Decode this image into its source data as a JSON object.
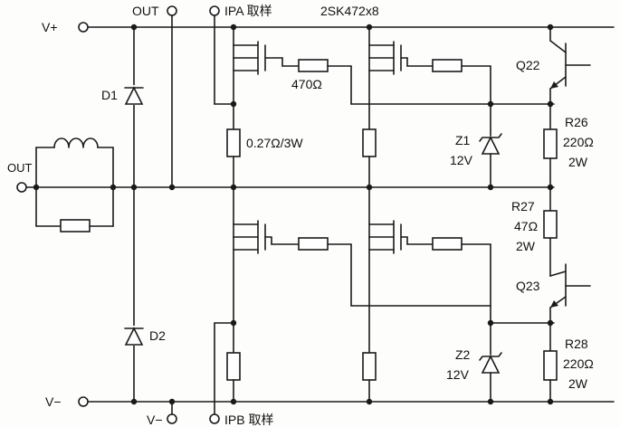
{
  "labels": {
    "v_plus": "V+",
    "v_minus_left": "V−",
    "v_minus_bottom": "V−",
    "out_top": "OUT",
    "out_left": "OUT",
    "ipa": "IPA 取样",
    "ipb": "IPB 取样",
    "mosfet": "2SK472x8",
    "gate_r": "470Ω",
    "source_r": "0.27Ω/3W",
    "d1": "D1",
    "d2": "D2",
    "z1_name": "Z1",
    "z1_val": "12V",
    "z2_name": "Z2",
    "z2_val": "12V",
    "q22": "Q22",
    "q23": "Q23",
    "r26_name": "R26",
    "r26_val": "220Ω",
    "r26_pw": "2W",
    "r27_name": "R27",
    "r27_val": "47Ω",
    "r27_pw": "2W",
    "r28_name": "R28",
    "r28_val": "220Ω",
    "r28_pw": "2W"
  }
}
